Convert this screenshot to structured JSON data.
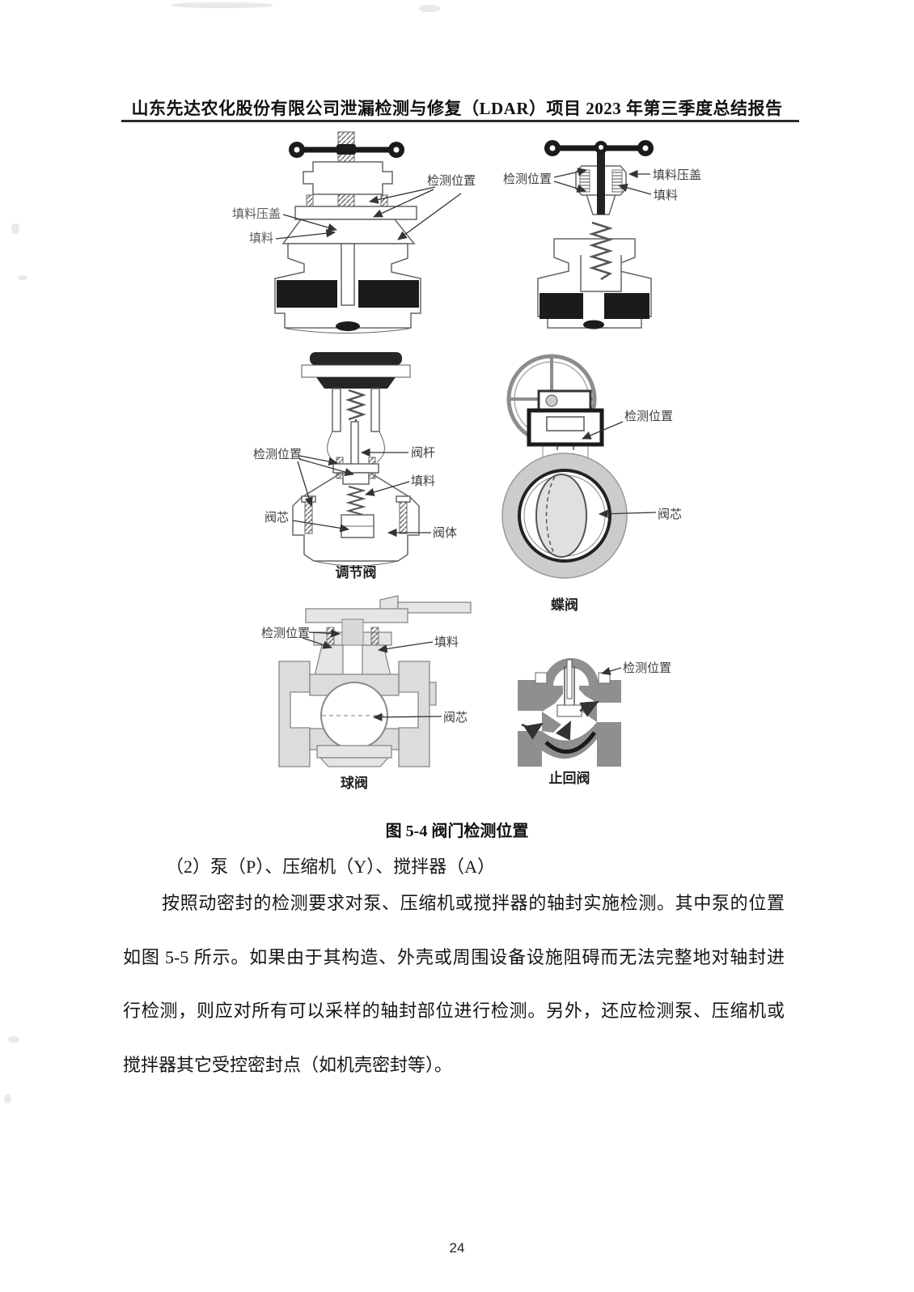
{
  "page": {
    "header_title": "山东先达农化股份有限公司泄漏检测与修复（LDAR）项目 2023 年第三季度总结报告",
    "page_number": "24"
  },
  "figure": {
    "caption": "图 5-4 阀门检测位置",
    "gate_valve": {
      "label_detect": "检测位置",
      "label_gland": "填料压盖",
      "label_packing": "填料"
    },
    "globe_valve": {
      "label_detect": "检测位置",
      "label_gland": "填料压盖",
      "label_packing": "填料"
    },
    "control_valve": {
      "name": "调节阀",
      "label_detect": "检测位置",
      "label_stem": "阀杆",
      "label_packing": "填料",
      "label_plug": "阀芯",
      "label_body": "阀体"
    },
    "butterfly_valve": {
      "name": "蝶阀",
      "label_detect": "检测位置",
      "label_disc": "阀芯"
    },
    "ball_valve": {
      "name": "球阀",
      "label_detect": "检测位置",
      "label_packing": "填料",
      "label_ball": "阀芯"
    },
    "check_valve": {
      "name": "止回阀",
      "label_detect": "检测位置"
    }
  },
  "body": {
    "item_heading": "（2）泵（P）、压缩机（Y）、搅拌器（A）",
    "paragraph_lines": [
      "按照动密封的检测要求对泵、压缩机或搅拌器的轴封实施检测。其中泵的位置",
      "如图 5-5 所示。如果由于其构造、外壳或周围设备设施阻碍而无法完整地对轴封进",
      "行检测，则应对所有可以采样的轴封部位进行检测。另外，还应检测泵、压缩机或",
      "搅拌器其它受控密封点（如机壳密封等）。"
    ]
  }
}
